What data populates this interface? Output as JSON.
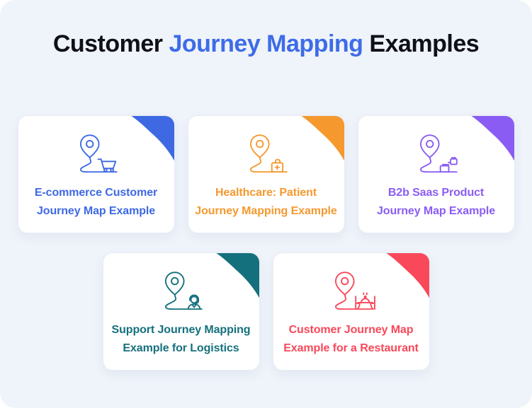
{
  "page": {
    "background": "#EFF3FA"
  },
  "header": {
    "title_prefix": "Customer ",
    "title_highlight": "Journey Mapping",
    "title_suffix": " Examples",
    "text_color": "#101018",
    "highlight_color": "#3D6CE7"
  },
  "cards": [
    {
      "id": "ecommerce",
      "icon": "journey-pin-shopping-cart-icon",
      "title_line1": "E-commerce Customer",
      "title_line2": "Journey Map Example",
      "color": "#3E69E3"
    },
    {
      "id": "healthcare",
      "icon": "journey-pin-medical-kit-icon",
      "title_line1": "Healthcare: Patient",
      "title_line2": "Journey Mapping Example",
      "color": "#F5992F"
    },
    {
      "id": "b2b-saas",
      "icon": "journey-pin-product-boxes-icon",
      "title_line1": "B2b Saas Product",
      "title_line2": "Journey Map Example",
      "color": "#8A5CF4"
    },
    {
      "id": "support-logistics",
      "icon": "journey-pin-support-agent-icon",
      "title_line1": "Support Journey Mapping",
      "title_line2": "Example for Logistics",
      "color": "#15707D"
    },
    {
      "id": "restaurant",
      "icon": "journey-pin-restaurant-table-icon",
      "title_line1": "Customer Journey Map",
      "title_line2": "Example for a Restaurant",
      "color": "#F9485A"
    }
  ]
}
